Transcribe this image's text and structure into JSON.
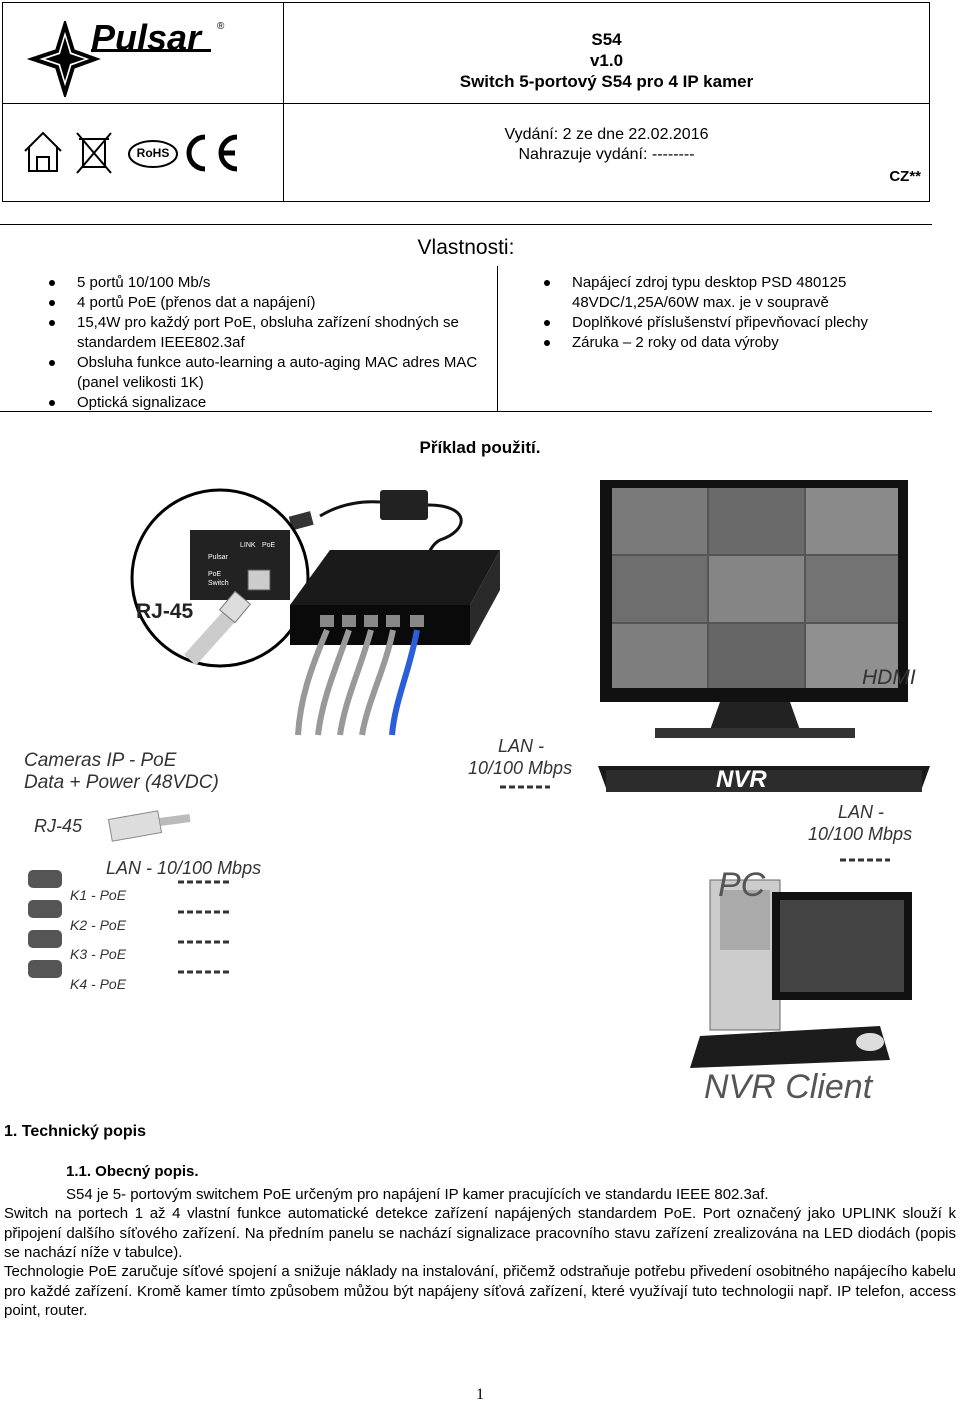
{
  "header": {
    "logo_text": "Pulsar",
    "model": "S54",
    "version": "v1.0",
    "product_title": "Switch 5-portový S54 pro 4 IP kamer",
    "issue_line": "Vydání: 2 ze dne 22.02.2016",
    "replaces_line": "Nahrazuje vydání: --------",
    "lang_code": "CZ**",
    "rohs_label": "RoHS"
  },
  "features": {
    "title": "Vlastnosti:",
    "left_items": [
      "5 portů 10/100 Mb/s",
      "4 portů PoE (přenos dat a napájení)",
      "15,4W pro každý port PoE, obsluha zařízení shodných se standardem IEEE802.3af",
      "Obsluha funkce auto-learning a auto-aging MAC adres MAC (panel velikosti 1K)",
      "Optická signalizace"
    ],
    "right_items": [
      "Napájecí zdroj typu desktop PSD 480125 48VDC/1,25A/60W max. je v soupravě",
      "Doplňkové příslušenství připevňovací plechy",
      "Záruka – 2 roky od data výroby"
    ]
  },
  "diagram": {
    "title": "Příklad použití.",
    "rj45_top": "RJ-45",
    "switch_port_labels": [
      "LINK",
      "PoE"
    ],
    "switch_brand": "Pulsar",
    "switch_name": "PoE Switch",
    "hdmi": "HDMI",
    "cameras_line1": "Cameras  IP - PoE",
    "cameras_line2": "Data + Power (48VDC)",
    "rj45_bottom": "RJ-45",
    "lan_switch_line1": "LAN -",
    "lan_switch_line2": "10/100 Mbps",
    "nvr": "NVR",
    "lan_pc_line1": "LAN -",
    "lan_pc_line2": "10/100 Mbps",
    "lan_cameras": "LAN - 10/100 Mbps",
    "camera_ports": [
      "K1 - PoE",
      "K2 - PoE",
      "K3 - PoE",
      "K4 - PoE"
    ],
    "pc": "PC",
    "nvr_client": "NVR Client"
  },
  "section": {
    "heading": "1.  Technický popis",
    "subheading": "1.1. Obecný popis.",
    "para1": "S54 je 5- portovým switchem PoE určeným pro napájení IP kamer pracujících ve standardu IEEE 802.3af.",
    "para2": "Switch na portech 1 až 4 vlastní funkce automatické detekce zařízení napájených standardem PoE. Port označený jako UPLINK slouží k připojení dalšího síťového zařízení. Na předním panelu se nachází signalizace pracovního stavu zařízení zrealizována na LED diodách (popis se nachází níže v tabulce).",
    "para3": "Technologie PoE zaručuje síťové spojení a snižuje náklady na instalování, přičemž odstraňuje potřebu přivedení osobitného napájecího kabelu pro každé zařízení. Kromě kamer tímto způsobem můžou být napájeny síťová zařízení, které využívají tuto technologii např. IP telefon, access point, router."
  },
  "footer": {
    "page_number": "1"
  }
}
